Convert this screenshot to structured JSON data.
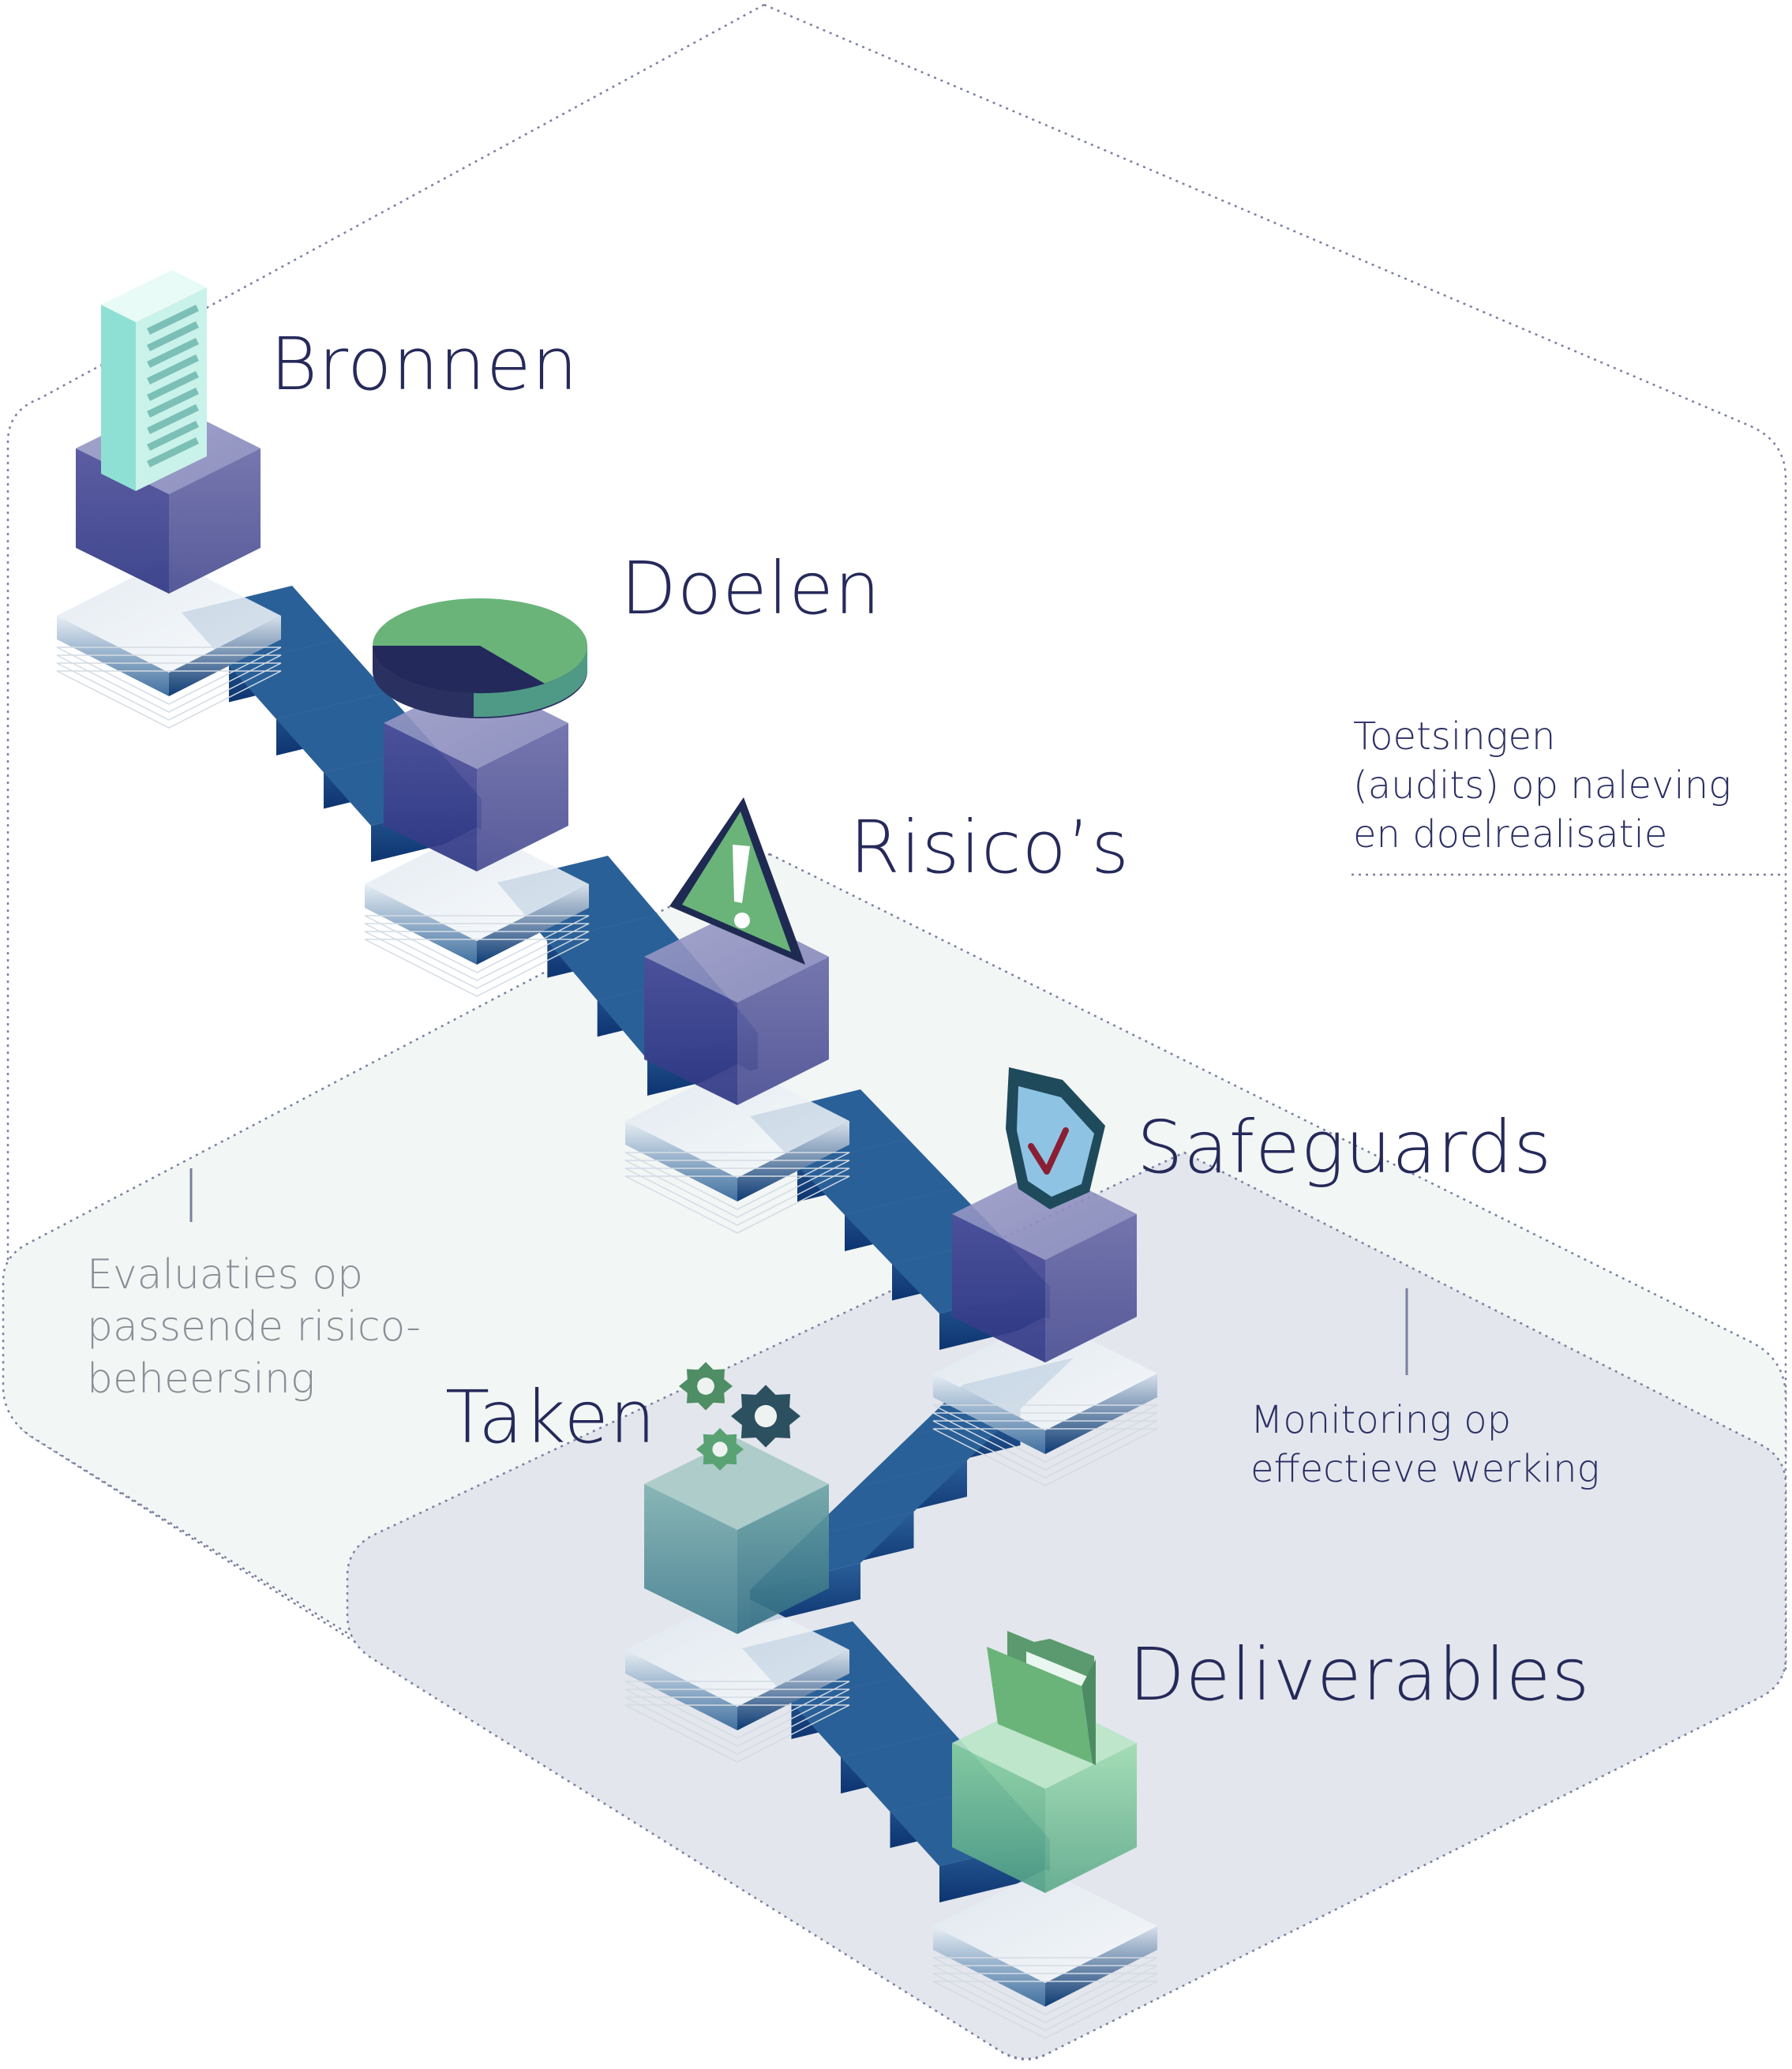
{
  "steps": [
    {
      "label": "Bronnen",
      "icon": "document-icon"
    },
    {
      "label": "Doelen",
      "icon": "pie-chart-icon"
    },
    {
      "label": "Risico’s",
      "icon": "warning-icon"
    },
    {
      "label": "Safeguards",
      "icon": "shield-check-icon"
    },
    {
      "label": "Taken",
      "icon": "gears-icon"
    },
    {
      "label": "Deliverables",
      "icon": "folder-icon"
    }
  ],
  "annotations": {
    "audits": [
      "Toetsingen",
      "(audits) op naleving",
      "en doelrealisatie"
    ],
    "evaluations": [
      "Evaluaties op",
      "passende risico-",
      "beheersing"
    ],
    "monitoring": [
      "Monitoring op",
      "effectieve werking"
    ]
  },
  "colors": {
    "stair_dark": "#123e78",
    "stair_mid": "#1f5a96",
    "block_purple": "#4a4a9a",
    "block_green": "#6ac08a",
    "icon_green": "#6ab47a",
    "icon_navy": "#2a3060",
    "shield_blue": "#8fc3e3",
    "label_navy": "#262a5a",
    "note_grey": "#8a8f96",
    "zone_light": "#eef3f1",
    "zone_grey": "#dde2ea"
  }
}
